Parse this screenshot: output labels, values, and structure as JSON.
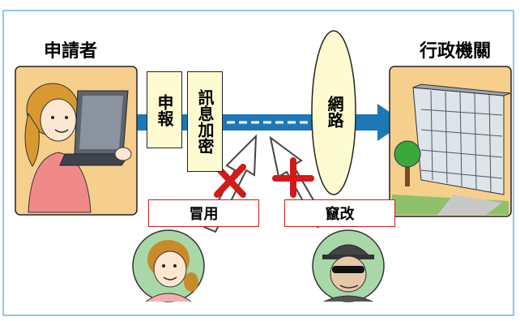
{
  "labels": {
    "applicant": "申請者",
    "agency": "行政機關",
    "report": "申報",
    "encrypt": "訊息加密",
    "network": "網路",
    "impersonate": "冒用",
    "tamper": "竄改"
  },
  "colors": {
    "frame": "#8cc8e6",
    "tile_bg": "#f6cf8d",
    "box_fill": "#fffbd0",
    "arrow": "#1e78b8",
    "threat_red": "#d21a1a"
  },
  "icons": [
    "applicant-laptop-icon",
    "government-building-icon",
    "impersonator-face-icon",
    "hacker-face-icon",
    "red-x-icon",
    "red-plus-icon"
  ]
}
